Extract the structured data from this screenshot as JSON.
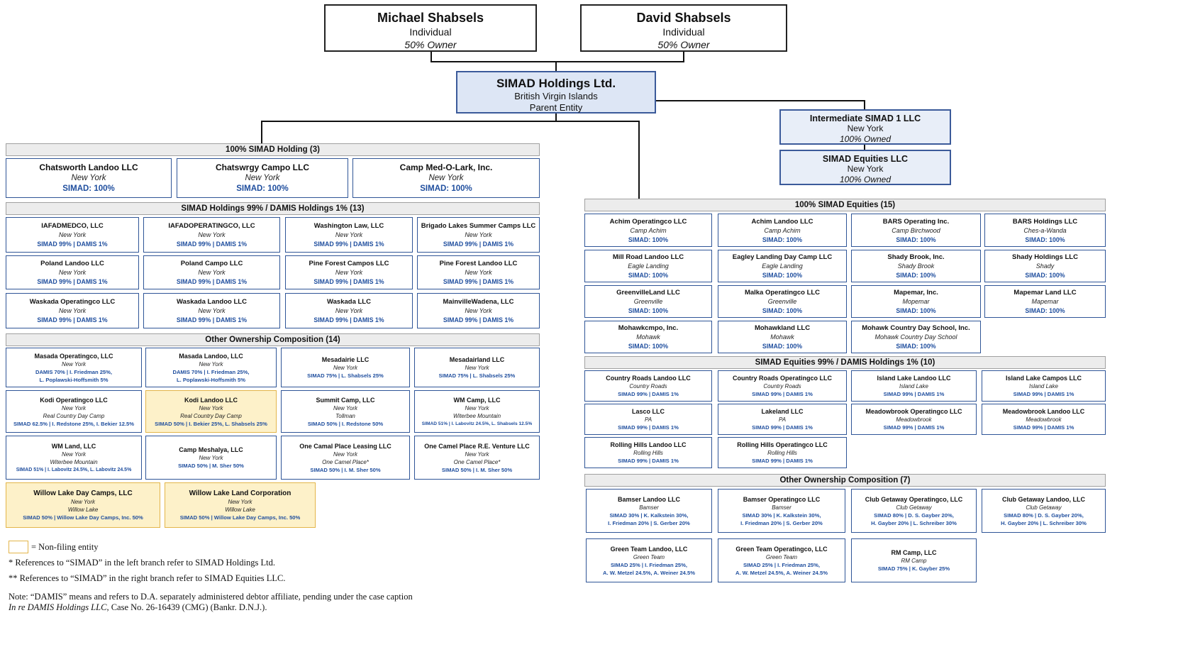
{
  "owners": [
    {
      "name": "Michael Shabsels",
      "type": "Individual",
      "stake": "50% Owner"
    },
    {
      "name": "David Shabsels",
      "type": "Individual",
      "stake": "50% Owner"
    }
  ],
  "parent": {
    "name": "SIMAD Holdings Ltd.",
    "jurisdiction": "British Virgin Islands",
    "role": "Parent Entity"
  },
  "intermediates": [
    {
      "name": "Intermediate SIMAD 1 LLC",
      "location": "New York",
      "stake": "100% Owned"
    },
    {
      "name": "SIMAD Equities LLC",
      "location": "New York",
      "stake": "100% Owned"
    }
  ],
  "left": {
    "sec1": {
      "header": "100% SIMAD Holding (3)",
      "entities": [
        {
          "name": "Chatsworth Landoo LLC",
          "loc": "New York",
          "own": "SIMAD: 100%"
        },
        {
          "name": "Chatswrgy Campo LLC",
          "loc": "New York",
          "own": "SIMAD: 100%"
        },
        {
          "name": "Camp Med-O-Lark, Inc.",
          "loc": "New York",
          "own": "SIMAD: 100%"
        }
      ]
    },
    "sec2": {
      "header": "SIMAD Holdings 99% / DAMIS Holdings 1% (13)",
      "entities": [
        {
          "name": "IAFADMEDCO, LLC",
          "loc": "New York",
          "own": "SIMAD 99% | DAMIS 1%"
        },
        {
          "name": "IAFADOPERATINGCO, LLC",
          "loc": "New York",
          "own": "SIMAD 99% | DAMIS 1%"
        },
        {
          "name": "Washington Law, LLC",
          "loc": "New York",
          "own": "SIMAD 99% | DAMIS 1%"
        },
        {
          "name": "Brigado Lakes Summer Camps LLC",
          "loc": "New York",
          "own": "SIMAD 99% | DAMIS 1%"
        },
        {
          "name": "Poland Landoo LLC",
          "loc": "New York",
          "own": "SIMAD 99% | DAMIS 1%"
        },
        {
          "name": "Poland Campo LLC",
          "loc": "New York",
          "own": "SIMAD 99% | DAMIS 1%"
        },
        {
          "name": "Pine Forest Campos LLC",
          "loc": "New York",
          "own": "SIMAD 99% | DAMIS 1%"
        },
        {
          "name": "Pine Forest Landoo LLC",
          "loc": "New York",
          "own": "SIMAD 99% | DAMIS 1%"
        },
        {
          "name": "Waskada Operatingco LLC",
          "loc": "New York",
          "own": "SIMAD 99% | DAMIS 1%"
        },
        {
          "name": "Waskada Landoo LLC",
          "loc": "New York",
          "own": "SIMAD 99% | DAMIS 1%"
        },
        {
          "name": "Waskada LLC",
          "loc": "New York",
          "own": "SIMAD 99% | DAMIS 1%"
        },
        {
          "name": "MainvilleWadena, LLC",
          "loc": "New York",
          "own": "SIMAD 99% | DAMIS 1%"
        }
      ]
    },
    "sec3": {
      "header": "Other Ownership Composition (14)",
      "entities": [
        {
          "name": "Masada Operatingco, LLC",
          "loc": "New York",
          "own1": "DAMIS 70% | I. Friedman 25%,",
          "own2": "L. Poplawski-Hoffsmith 5%"
        },
        {
          "name": "Masada Landoo, LLC",
          "loc": "New York",
          "own1": "DAMIS 70% | I. Friedman 25%,",
          "own2": "L. Poplawski-Hoffsmith 5%"
        },
        {
          "name": "Mesadairie LLC",
          "loc": "New York",
          "own1": "SIMAD 75% | L. Shabsels 25%"
        },
        {
          "name": "Mesadairland LLC",
          "loc": "New York",
          "own1": "SIMAD 75% | L. Shabsels 25%"
        },
        {
          "name": "Kodi Operatingco LLC",
          "loc": "New York",
          "sub": "Real Country Day Camp",
          "own1": "SIMAD 62.5% | I. Redstone 25%, I. Bekier 12.5%"
        },
        {
          "name": "Kodi Landoo LLC",
          "loc": "New York",
          "sub": "Real Country Day Camp",
          "own1": "SIMAD 50% | I. Bekier 25%, L. Shabsels 25%"
        },
        {
          "name": "Summit Camp, LLC",
          "loc": "New York",
          "sub": "Tollman",
          "own1": "SIMAD 50% | I. Redstone 50%"
        },
        {
          "name": "WM Camp, LLC",
          "loc": "New York",
          "sub": "Witerbee Mountain",
          "own1": "SIMAD 51% | I. Labovitz 24.5%, L. Shabsels 12.5%"
        },
        {
          "name": "WM Land, LLC",
          "loc": "New York",
          "sub": "Witerbee Mountain",
          "own1": "SIMAD 51% | I. Labovitz 24.5%, L. Labovitz 24.5%"
        },
        {
          "name": "Camp Meshalya, LLC",
          "loc": "New York",
          "own1": "SIMAD 50% | M. Sher 50%"
        },
        {
          "name": "One Camal Place Leasing LLC",
          "loc": "New York",
          "sub": "One Camel Place*",
          "own1": "SIMAD 50% | I. M. Sher 50%"
        },
        {
          "name": "One Camel Place R.E. Venture LLC",
          "loc": "New York",
          "sub": "One Camel Place*",
          "own1": "SIMAD 50% | I. M. Sher 50%"
        },
        {
          "name": "Willow Lake Day Camps, LLC",
          "loc": "New York",
          "sub": "Willow Lake",
          "own1": "SIMAD 50% | Willow Lake Day Camps, Inc. 50%"
        },
        {
          "name": "Willow Lake Land Corporation",
          "loc": "New York",
          "sub": "Willow Lake",
          "own1": "SIMAD 50% | Willow Lake Day Camps, Inc. 50%"
        }
      ]
    }
  },
  "right": {
    "sec1": {
      "header": "100% SIMAD Equities (15)",
      "entities": [
        {
          "name": "Achim Operatingco LLC",
          "loc": "Camp Achim",
          "own": "SIMAD: 100%"
        },
        {
          "name": "Achim Landoo LLC",
          "loc": "Camp Achim",
          "own": "SIMAD: 100%"
        },
        {
          "name": "BARS Operating Inc.",
          "loc": "Camp Birchwood",
          "own": "SIMAD: 100%"
        },
        {
          "name": "BARS Holdings LLC",
          "loc": "Ches-a-Wanda",
          "own": "SIMAD: 100%"
        },
        {
          "name": "Mill Road Landoo LLC",
          "loc": "Eagle Landing",
          "own": "SIMAD: 100%"
        },
        {
          "name": "Eagley Landing Day Camp LLC",
          "loc": "Eagle Landing",
          "own": "SIMAD: 100%"
        },
        {
          "name": "Shady Brook, Inc.",
          "loc": "Shady Brook",
          "own": "SIMAD: 100%"
        },
        {
          "name": "Shady Holdings LLC",
          "loc": "Shady",
          "own": "SIMAD: 100%"
        },
        {
          "name": "GreenvilleLand LLC",
          "loc": "Greenville",
          "own": "SIMAD: 100%"
        },
        {
          "name": "Malka Operatingco LLC",
          "loc": "Greenville",
          "own": "SIMAD: 100%"
        },
        {
          "name": "Mapemar, Inc.",
          "loc": "Mopemar",
          "own": "SIMAD: 100%"
        },
        {
          "name": "Mapemar Land LLC",
          "loc": "Mapemar",
          "own": "SIMAD: 100%"
        },
        {
          "name": "Mohawkcmpo, Inc.",
          "loc": "Mohawk",
          "own": "SIMAD: 100%"
        },
        {
          "name": "Mohawkland LLC",
          "loc": "Mohawk",
          "own": "SIMAD: 100%"
        },
        {
          "name": "Mohawk Country Day School, Inc.",
          "loc": "Mohawk Country Day School",
          "own": "SIMAD: 100%"
        }
      ]
    },
    "sec2": {
      "header": "SIMAD Equities 99% / DAMIS Holdings 1% (10)",
      "entities": [
        {
          "name": "Country Roads Landoo LLC",
          "loc": "Country Roads",
          "own": "SIMAD 99% | DAMIS 1%"
        },
        {
          "name": "Country Roads Operatingco LLC",
          "loc": "Country Roads",
          "own": "SIMAD 99% | DAMIS 1%"
        },
        {
          "name": "Island Lake Landoo LLC",
          "loc": "Island Lake",
          "own": "SIMAD 99% | DAMIS 1%"
        },
        {
          "name": "Island Lake Campos LLC",
          "loc": "Island Lake",
          "own": "SIMAD 99% | DAMIS 1%"
        },
        {
          "name": "Lasco LLC",
          "loc": "PA",
          "own": "SIMAD 99% | DAMIS 1%"
        },
        {
          "name": "Lakeland LLC",
          "loc": "PA",
          "own": "SIMAD 99% | DAMIS 1%"
        },
        {
          "name": "Meadowbrook Operatingco LLC",
          "loc": "Meadowbrook",
          "own": "SIMAD 99% | DAMIS 1%"
        },
        {
          "name": "Meadowbrook Landoo LLC",
          "loc": "Meadowbrook",
          "own": "SIMAD 99% | DAMIS 1%"
        },
        {
          "name": "Rolling Hills Landoo LLC",
          "loc": "Rolling Hills",
          "own": "SIMAD 99% | DAMIS 1%"
        },
        {
          "name": "Rolling Hills Operatingco LLC",
          "loc": "Rolling Hills",
          "own": "SIMAD 99% | DAMIS 1%"
        }
      ]
    },
    "sec3": {
      "header": "Other Ownership Composition (7)",
      "entities": [
        {
          "name": "Bamser Landoo LLC",
          "loc": "Bamser",
          "own1": "SIMAD 30% | K. Kalkstein 30%,",
          "own2": "I. Friedman 20% | S. Gerber 20%"
        },
        {
          "name": "Bamser Operatingco LLC",
          "loc": "Bamser",
          "own1": "SIMAD 30% | K. Kalkstein 30%,",
          "own2": "I. Friedman 20% | S. Gerber 20%"
        },
        {
          "name": "Club Getaway Operatingco, LLC",
          "loc": "Club Getaway",
          "own1": "SIMAD 80% | D. S. Gayber 20%,",
          "own2": "H. Gayber 20% | L. Schreiber 30%"
        },
        {
          "name": "Club Getaway Landoo, LLC",
          "loc": "Club Getaway",
          "own1": "SIMAD 80% | D. S. Gayber 20%,",
          "own2": "H. Gayber 20% | L. Schreiber 30%"
        },
        {
          "name": "Green Team Landoo, LLC",
          "loc": "Green Team",
          "own1": "SIMAD 25% | I. Friedman 25%,",
          "own2": "A. W. Metzel 24.5%, A. Weiner 24.5%"
        },
        {
          "name": "Green Team Operatingco, LLC",
          "loc": "Green Team",
          "own1": "SIMAD 25% | I. Friedman 25%,",
          "own2": "A. W. Metzel 24.5%, A. Weiner 24.5%"
        },
        {
          "name": "RM Camp, LLC",
          "loc": "RM Camp",
          "own1": "SIMAD 75% | K. Gayber 25%"
        }
      ]
    }
  },
  "legend": {
    "label": "= Non-filing entity"
  },
  "notes": {
    "n1": "* References to “SIMAD” in the left branch refer to SIMAD Holdings Ltd.",
    "n2": "** References to “SIMAD” in the right branch refer to SIMAD Equities LLC.",
    "n3": "Note: “DAMIS” means and refers to D.A. separately administered debtor affiliate, pending under the case caption",
    "n4a": "In re DAMIS Holdings LLC",
    "n4b": ", Case No. 26-16439 (CMG) (Bankr. D.N.J.)."
  },
  "colors": {
    "border_blue": "#2f5597",
    "ownership_blue": "#1f4e9e",
    "nonfiling_fill": "#fdf1c9",
    "nonfiling_border": "#e3b54a",
    "header_gray": "#ececec",
    "parent_fill": "#dde6f5"
  }
}
